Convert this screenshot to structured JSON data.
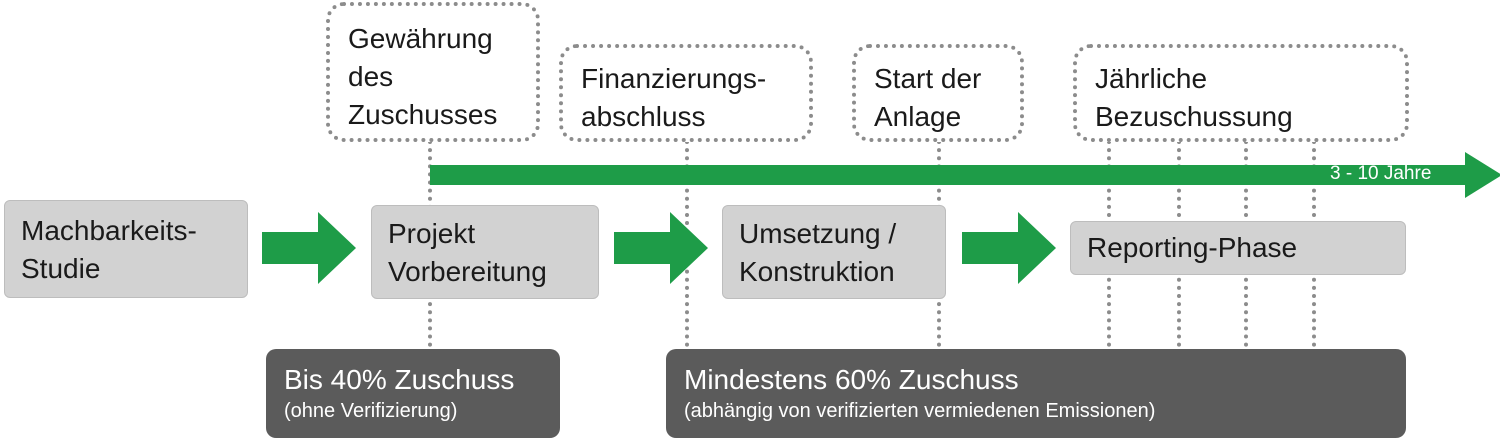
{
  "milestones": [
    {
      "id": "grant",
      "lines": [
        "Gewährung",
        "des",
        "Zuschusses"
      ]
    },
    {
      "id": "financing",
      "lines": [
        "Finanzierungs-",
        "abschluss"
      ]
    },
    {
      "id": "start",
      "lines": [
        "Start der",
        "Anlage"
      ]
    },
    {
      "id": "annual",
      "lines": [
        "Jährliche",
        "Bezuschussung"
      ]
    }
  ],
  "timeline": {
    "label": "3 - 10 Jahre",
    "color": "#1e9c48"
  },
  "phases": [
    {
      "id": "feasibility",
      "lines": [
        "Machbarkeits-",
        "Studie"
      ]
    },
    {
      "id": "preparation",
      "lines": [
        "Projekt",
        "Vorbereitung"
      ]
    },
    {
      "id": "implementation",
      "lines": [
        "Umsetzung /",
        "Konstruktion"
      ]
    },
    {
      "id": "reporting",
      "lines": [
        "Reporting-Phase"
      ]
    }
  ],
  "funding": [
    {
      "id": "upfront",
      "main": "Bis 40% Zuschuss",
      "sub": "(ohne Verifizierung)"
    },
    {
      "id": "results",
      "main": "Mindestens 60% Zuschuss",
      "sub": "(abhängig von verifizierten vermiedenen Emissionen)"
    }
  ],
  "colors": {
    "arrow_green": "#1e9c48",
    "phase_grey": "#d2d2d2",
    "funding_dark": "#5b5b5b",
    "dotted_grey": "#8c8c8c"
  }
}
